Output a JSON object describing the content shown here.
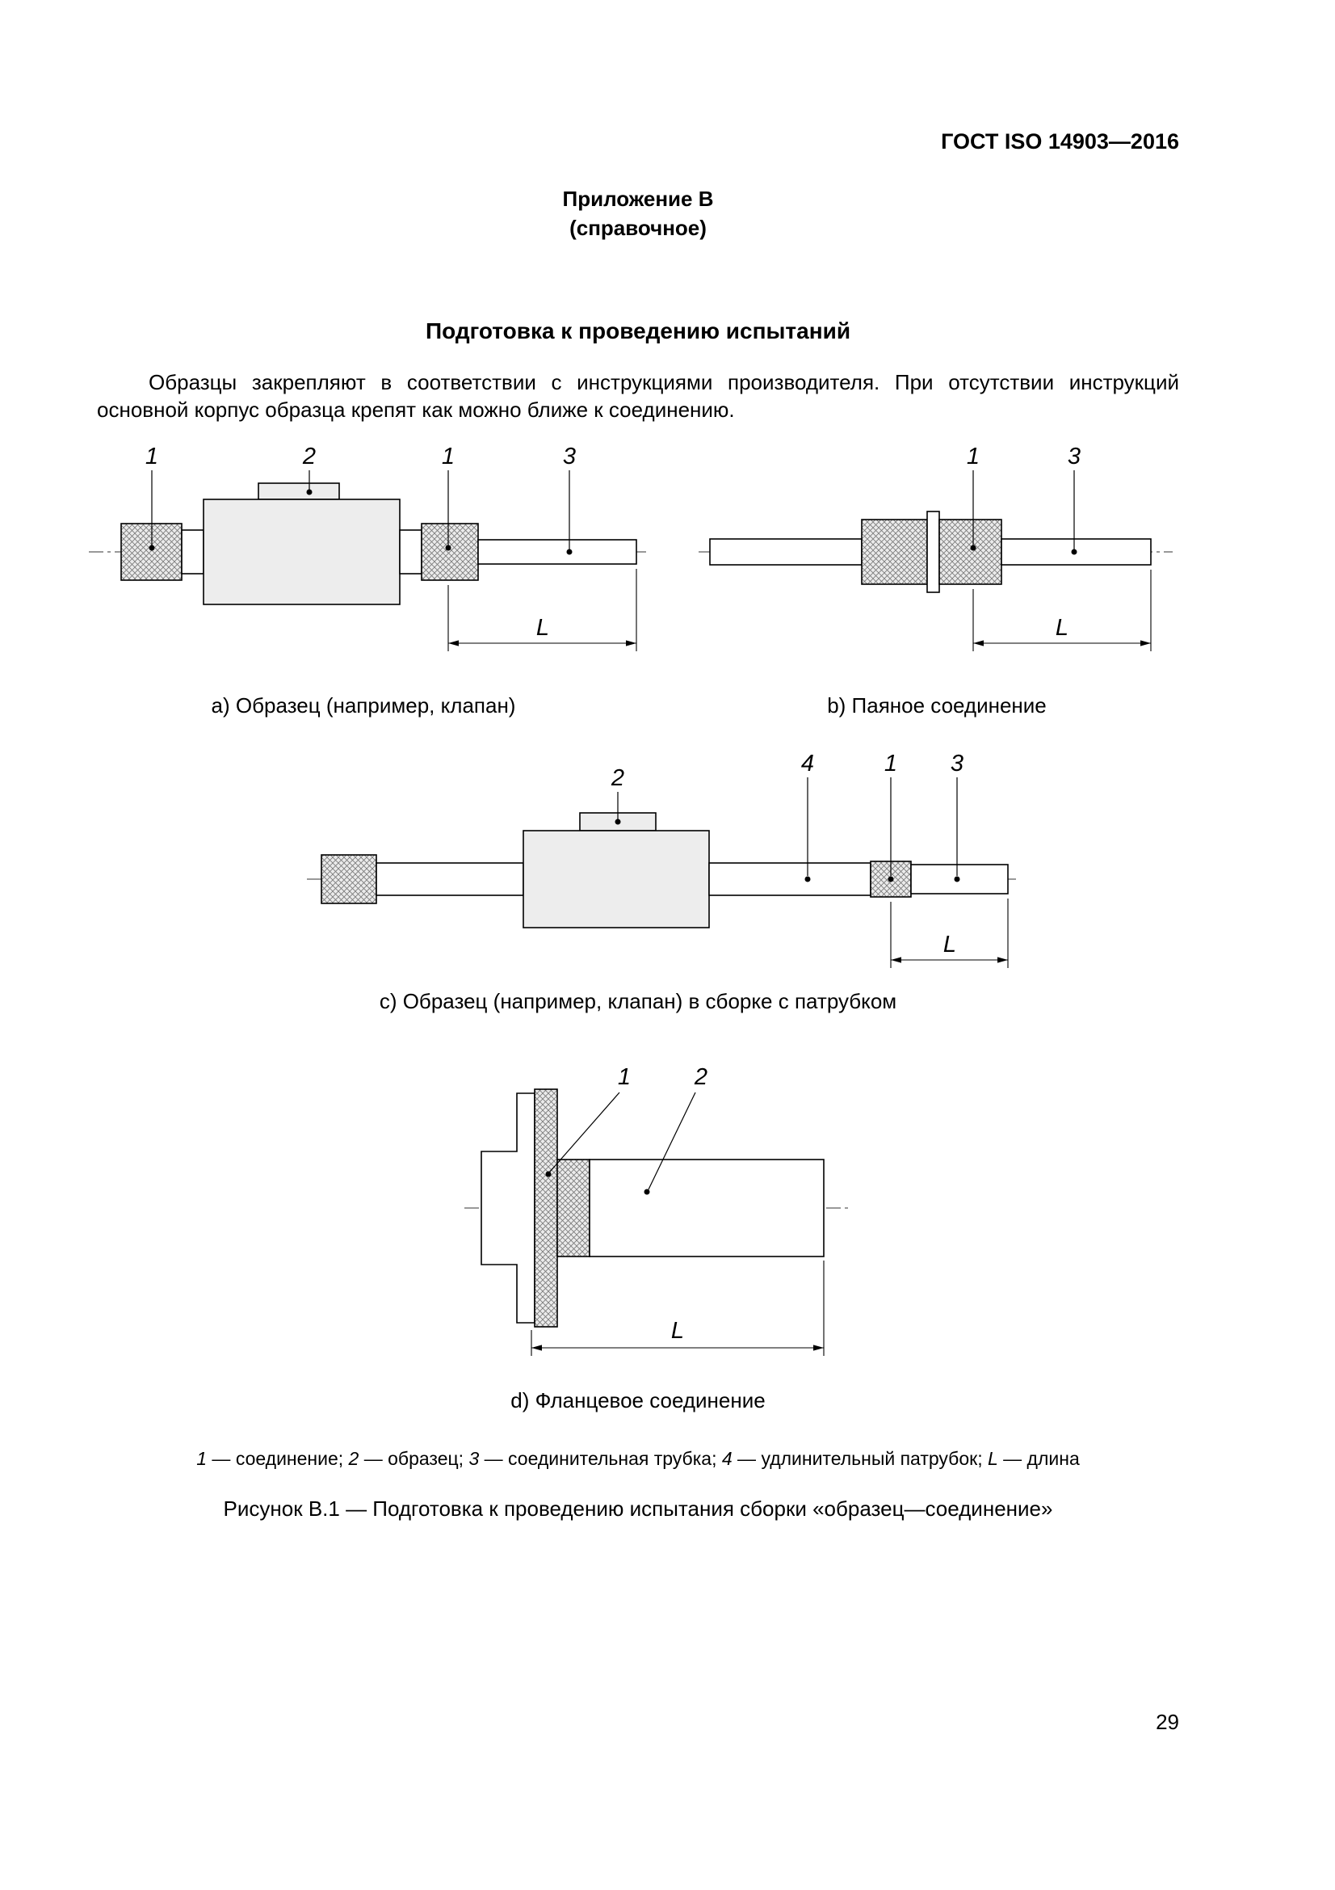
{
  "document": {
    "header": "ГОСТ ISO 14903—2016",
    "appendix_title": "Приложение В",
    "appendix_subtitle": "(справочное)",
    "section_title": "Подготовка к проведению испытаний",
    "body_paragraph": "Образцы закрепляют в соответствии с инструкциями производителя. При отсутствии инструкций основной корпус образца крепят как можно ближе к соединению.",
    "page_number": "29"
  },
  "figures": {
    "a": {
      "caption": "a) Образец (например, клапан)",
      "labels": [
        "1",
        "2",
        "1",
        "3"
      ],
      "dim_label": "L"
    },
    "b": {
      "caption": "b) Паяное соединение",
      "labels": [
        "1",
        "3"
      ],
      "dim_label": "L"
    },
    "c": {
      "caption": "c) Образец (например, клапан) в сборке с патрубком",
      "labels": [
        "2",
        "4",
        "1",
        "3"
      ],
      "dim_label": "L"
    },
    "d": {
      "caption": "d) Фланцевое соединение",
      "labels": [
        "1",
        "2"
      ],
      "dim_label": "L"
    }
  },
  "legend": {
    "items": [
      {
        "key": "1",
        "desc": " — соединение; "
      },
      {
        "key": "2",
        "desc": " — образец; "
      },
      {
        "key": "3",
        "desc": " — соединительная трубка; "
      },
      {
        "key": "4",
        "desc": " — удлинительный патрубок; "
      },
      {
        "key": "L",
        "desc": " — длина"
      }
    ]
  },
  "figure_caption": "Рисунок В.1 — Подготовка к проведению испытания сборки «образец—соединение»"
}
